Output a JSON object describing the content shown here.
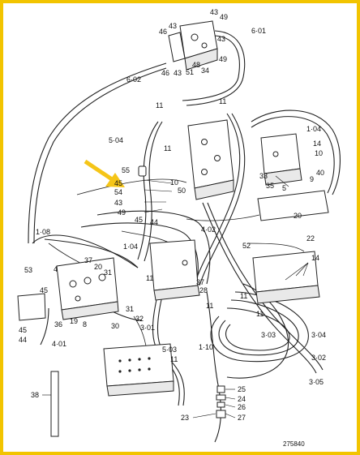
{
  "figure_number": "275840",
  "accent_color": "#f2c400",
  "arrow_color": "#f5c518",
  "labels": {
    "l43a": "43",
    "l49a": "49",
    "l46a": "46",
    "l43b": "43",
    "l601": "6·01",
    "l43c": "43",
    "l49b": "49",
    "l46b": "46",
    "l43d": "43",
    "l51": "51",
    "l48": "48",
    "l34": "34",
    "l602": "6·02",
    "l11a": "11",
    "l11b": "11",
    "l504": "5·04",
    "l11c": "11",
    "l104a": "1·04",
    "l14a": "14",
    "l10a": "10",
    "l55": "55",
    "l10b": "10",
    "l45a": "45",
    "l50": "50",
    "l54": "54",
    "l43e": "43",
    "l49c": "49",
    "l45b": "45",
    "l44": "44",
    "l33": "33",
    "l35": "35",
    "l5": "5",
    "l9": "9",
    "l40": "40",
    "l20a": "20",
    "l22": "22",
    "l108": "1·08",
    "l402": "4·02",
    "l104b": "1·04",
    "l52": "52",
    "l14b": "14",
    "l53": "53",
    "l37a": "37",
    "l20b": "20",
    "l31a": "31",
    "l4a": "4",
    "l45c": "45",
    "l36": "36",
    "l19": "19",
    "l8": "8",
    "l31b": "31",
    "l45d": "45",
    "l44b": "44",
    "l401": "4·01",
    "l30": "30",
    "l32": "32",
    "l301": "3·01",
    "l11d": "11",
    "l37b": "37",
    "l28": "28",
    "l11e": "11",
    "l11f": "11",
    "l11g": "11",
    "l503": "5·03",
    "l11h": "11",
    "l110": "1·10",
    "l303": "3·03",
    "l304": "3·04",
    "l302": "3·02",
    "l305": "3·05",
    "l25": "25",
    "l24": "24",
    "l26": "26",
    "l27": "27",
    "l23": "23",
    "l38": "38"
  }
}
